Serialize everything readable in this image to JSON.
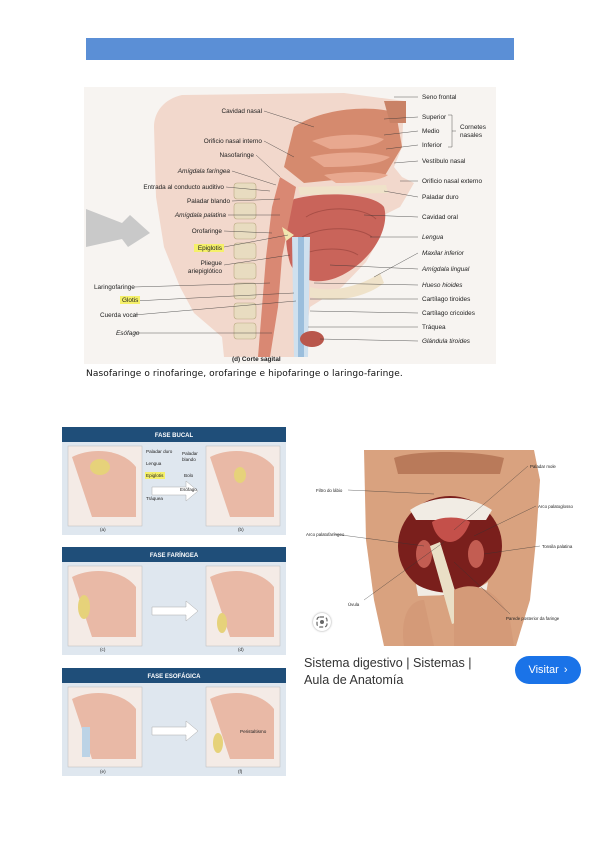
{
  "header_bar": {
    "color": "#5b8fd6"
  },
  "anatomy_figure": {
    "caption": "(d) Corte sagital",
    "left_labels": [
      "Cavidad nasal",
      "Orificio nasal interno",
      "Nasofaringe",
      "Amígdala faríngea",
      "Entrada al conducto auditivo",
      "Paladar blando",
      "Amígdala palatina",
      "Orofaringe",
      "Epiglotis",
      "Pliegue",
      "ariepiglótico",
      "Laringofaringe",
      "Glotis",
      "Cuerda vocal",
      "Esófago"
    ],
    "right_labels": [
      "Seno frontal",
      "Superior",
      "Medio",
      "Inferior",
      "Cornetes",
      "nasales",
      "Vestíbulo nasal",
      "Orificio nasal externo",
      "Paladar duro",
      "Cavidad oral",
      "Lengua",
      "Maxilar inferior",
      "Amígdala lingual",
      "Hueso hioides",
      "Cartílago tiroides",
      "Cartílago cricoides",
      "Tráquea",
      "Glándula tiroides"
    ]
  },
  "caption_text": "Nasofaringe o rinofaringe, orofaringe e hipofaringe o laringo-faringe.",
  "phases_figure": {
    "phases": [
      {
        "title": "FASE BUCAL",
        "panels": [
          "(a)",
          "(b)"
        ]
      },
      {
        "title": "FASE FARÍNGEA",
        "panels": [
          "(c)",
          "(d)"
        ]
      },
      {
        "title": "FASE ESOFÁGICA",
        "panels": [
          "(e)",
          "(f)"
        ]
      }
    ],
    "labels_a": [
      "Paladar duro",
      "Lengua",
      "Epiglotis",
      "Tráquea"
    ],
    "labels_b": [
      "Paladar",
      "blando",
      "Bolo",
      "Esófago"
    ],
    "label_f": "Peristaltismo"
  },
  "mouth_figure": {
    "labels": [
      "Paladar mole",
      "Filtro do lábio",
      "Arco palatoglosso",
      "Arco palatofaríngeo",
      "Tonsila palatina",
      "Úvula",
      "Parede posterior da faringe"
    ]
  },
  "search_result": {
    "title_line1": "Sistema digestivo | Sistemas |",
    "title_line2": "Aula de Anatomía",
    "button_label": "Visitar",
    "button_chevron": "›",
    "button_color": "#1a73e8"
  }
}
